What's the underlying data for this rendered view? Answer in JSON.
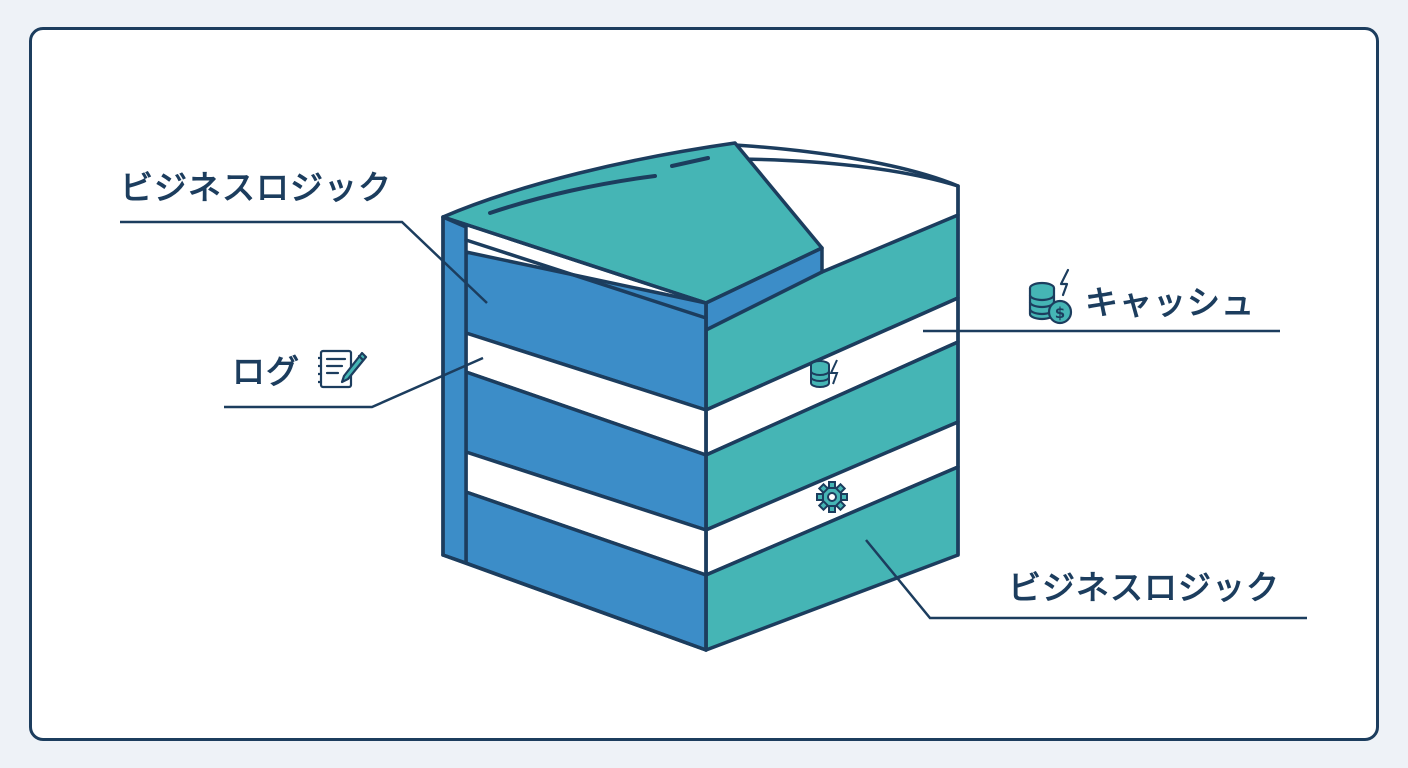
{
  "labels": {
    "business_logic_top": "ビジネスロジック",
    "log": "ログ",
    "cache": "キャッシュ",
    "business_logic_bottom": "ビジネスロジック"
  },
  "icons": {
    "log": "notepad-pencil-icon",
    "cache": "coin-stack-lightning-icon",
    "cache_layer": "database-lightning-icon",
    "logic_layer": "gear-icon"
  },
  "colors": {
    "outline": "#1c3d5e",
    "front_blue": "#3c8dc8",
    "side_teal": "#45b5b5",
    "layer_white": "#ffffff",
    "background": "#eef2f7"
  }
}
